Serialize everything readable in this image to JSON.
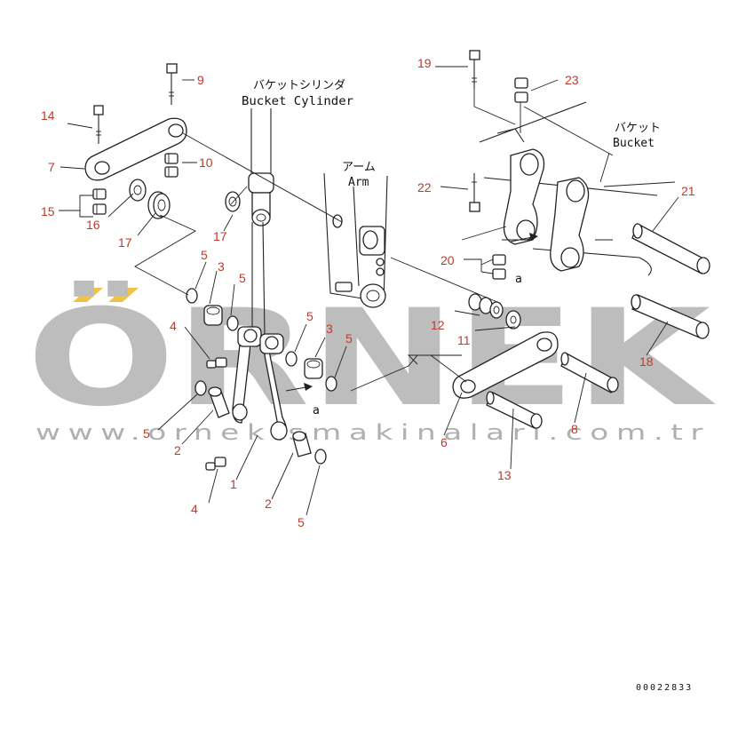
{
  "watermark": {
    "brand": "ÖRNEK",
    "url": "www.ornekismakinalari.com.tr",
    "accent_color": "#f0c24a",
    "text_color": "#bdbdbd"
  },
  "captions": {
    "bucket_cylinder_jp": "バケットシリンダ",
    "bucket_cylinder_en": "Bucket Cylinder",
    "arm_jp": "アーム",
    "arm_en": "Arm",
    "bucket_jp": "バケット",
    "bucket_en": "Bucket",
    "ref_a": "a"
  },
  "drawing_code": "00022833",
  "part_labels": [
    {
      "id": "l1",
      "text": "1"
    },
    {
      "id": "l2a",
      "text": "2"
    },
    {
      "id": "l2b",
      "text": "2"
    },
    {
      "id": "l3a",
      "text": "3"
    },
    {
      "id": "l3b",
      "text": "3"
    },
    {
      "id": "l4a",
      "text": "4"
    },
    {
      "id": "l4b",
      "text": "4"
    },
    {
      "id": "l5a",
      "text": "5"
    },
    {
      "id": "l5b",
      "text": "5"
    },
    {
      "id": "l5c",
      "text": "5"
    },
    {
      "id": "l5d",
      "text": "5"
    },
    {
      "id": "l5e",
      "text": "5"
    },
    {
      "id": "l5f",
      "text": "5"
    },
    {
      "id": "l6",
      "text": "6"
    },
    {
      "id": "l7",
      "text": "7"
    },
    {
      "id": "l8",
      "text": "8"
    },
    {
      "id": "l9",
      "text": "9"
    },
    {
      "id": "l10",
      "text": "10"
    },
    {
      "id": "l11",
      "text": "11"
    },
    {
      "id": "l12",
      "text": "12"
    },
    {
      "id": "l13",
      "text": "13"
    },
    {
      "id": "l14",
      "text": "14"
    },
    {
      "id": "l15",
      "text": "15"
    },
    {
      "id": "l16",
      "text": "16"
    },
    {
      "id": "l17a",
      "text": "17"
    },
    {
      "id": "l17b",
      "text": "17"
    },
    {
      "id": "l18",
      "text": "18"
    },
    {
      "id": "l19",
      "text": "19"
    },
    {
      "id": "l20",
      "text": "20"
    },
    {
      "id": "l21",
      "text": "21"
    },
    {
      "id": "l22",
      "text": "22"
    },
    {
      "id": "l23",
      "text": "23"
    }
  ]
}
